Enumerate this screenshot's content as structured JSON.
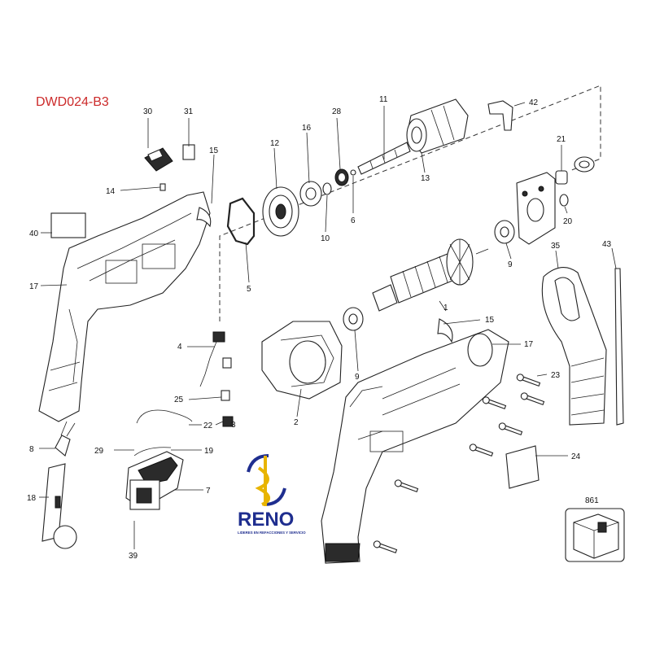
{
  "model_code": "DWD024-B3",
  "brand": {
    "name": "RENO",
    "tagline": "LIDERES EN REFACCIONES Y SERVICIO",
    "colors": {
      "blue": "#1f2e8f",
      "gold": "#e8b400",
      "red": "#cc2a2a"
    }
  },
  "part_labels": {
    "p1": "1",
    "p2": "2",
    "p3": "3",
    "p4": "4",
    "p5": "5",
    "p6": "6",
    "p7": "7",
    "p8": "8",
    "p9a": "9",
    "p9b": "9",
    "p10": "10",
    "p11": "11",
    "p12": "12",
    "p13": "13",
    "p14": "14",
    "p15a": "15",
    "p15b": "15",
    "p16": "16",
    "p17a": "17",
    "p17b": "17",
    "p18": "18",
    "p19": "19",
    "p20": "20",
    "p21": "21",
    "p22": "22",
    "p23": "23",
    "p24": "24",
    "p25": "25",
    "p28": "28",
    "p29": "29",
    "p30": "30",
    "p31": "31",
    "p35": "35",
    "p39": "39",
    "p40": "40",
    "p42": "42",
    "p43": "43",
    "p861": "861"
  }
}
